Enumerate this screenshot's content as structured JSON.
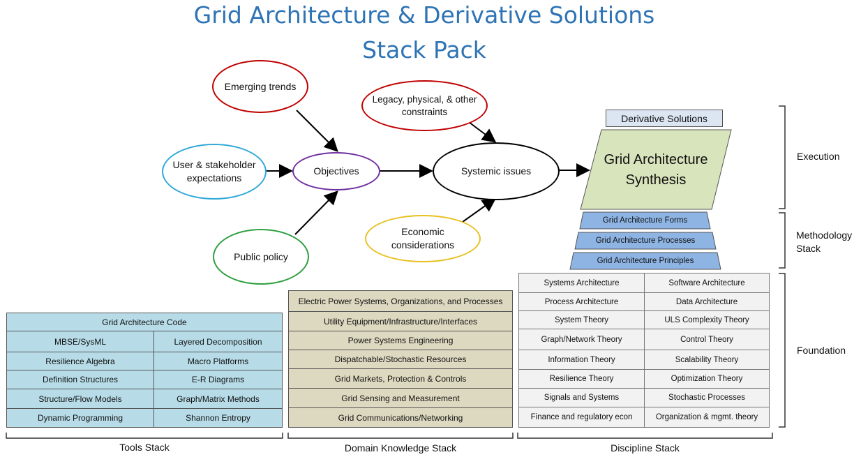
{
  "title": {
    "line1": "Grid Architecture & Derivative Solutions",
    "line2": "Stack Pack"
  },
  "ovals": {
    "emerging": "Emerging trends",
    "user": "User & stakeholder expectations",
    "objectives": "Objectives",
    "public": "Public policy",
    "legacy": "Legacy, physical, & other constraints",
    "systemic": "Systemic issues",
    "economic": "Economic considerations"
  },
  "execution": {
    "derivative": "Derivative Solutions",
    "synthesis": "Grid Architecture Synthesis"
  },
  "methodology": {
    "forms": "Grid Architecture Forms",
    "processes": "Grid Architecture Processes",
    "principles": "Grid Architecture Principles"
  },
  "tools": {
    "header": "Grid Architecture Code",
    "rows": [
      [
        "MBSE/SysML",
        "Layered Decomposition"
      ],
      [
        "Resilience Algebra",
        "Macro Platforms"
      ],
      [
        "Definition Structures",
        "E-R Diagrams"
      ],
      [
        "Structure/Flow Models",
        "Graph/Matrix Methods"
      ],
      [
        "Dynamic Programming",
        "Shannon Entropy"
      ]
    ]
  },
  "domain": {
    "rows": [
      "Electric Power Systems, Organizations, and Processes",
      "Utility Equipment/Infrastructure/Interfaces",
      "Power Systems Engineering",
      "Dispatchable/Stochastic Resources",
      "Grid Markets, Protection & Controls",
      "Grid Sensing and Measurement",
      "Grid Communications/Networking"
    ]
  },
  "discipline": {
    "rows": [
      [
        "Systems Architecture",
        "Software Architecture"
      ],
      [
        "Process Architecture",
        "Data Architecture"
      ],
      [
        "System Theory",
        "ULS Complexity Theory"
      ],
      [
        "Graph/Network Theory",
        "Control Theory"
      ],
      [
        "Information Theory",
        "Scalability Theory"
      ],
      [
        "Resilience Theory",
        "Optimization Theory"
      ],
      [
        "Signals and Systems",
        "Stochastic Processes"
      ],
      [
        "Finance and regulatory econ",
        "Organization & mgmt. theory"
      ]
    ]
  },
  "labels": {
    "execution": "Execution",
    "methodology": "Methodology Stack",
    "foundation": "Foundation",
    "tools_stack": "Tools Stack",
    "domain_stack": "Domain Knowledge Stack",
    "discipline_stack": "Discipline Stack"
  },
  "colors": {
    "title": "#2e74b5",
    "emerging": "#c00000",
    "user": "#2fa8d8",
    "objectives": "#7030a0",
    "public": "#2e9e3e",
    "legacy": "#c00000",
    "systemic": "#000000",
    "economic": "#e8c020",
    "synthesis_fill": "#d8e4bc",
    "methodology_fill": "#8eb4e3",
    "derivative_fill": "#dce6f2",
    "tools_fill": "#b7dce8",
    "domain_fill": "#ddd8c0",
    "discipline_fill": "#f2f2f2"
  }
}
